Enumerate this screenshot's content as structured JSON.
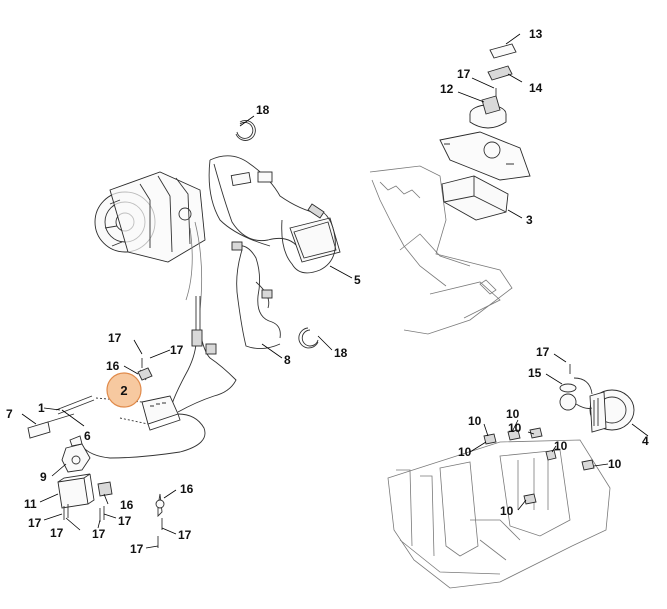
{
  "callouts": {
    "c2": "2",
    "c4": "4",
    "c5": "5",
    "c6": "6",
    "c7": "7",
    "c8": "8",
    "c9": "9",
    "c10": "10",
    "c11": "11",
    "c12": "12",
    "c13": "13",
    "c14": "14",
    "c15": "15",
    "c16": "16",
    "c17": "17",
    "c18": "18",
    "c1": "1",
    "c3": "3"
  },
  "highlight": {
    "part": "2",
    "color": "#f7c9a0",
    "stroke": "#e08a4a"
  }
}
